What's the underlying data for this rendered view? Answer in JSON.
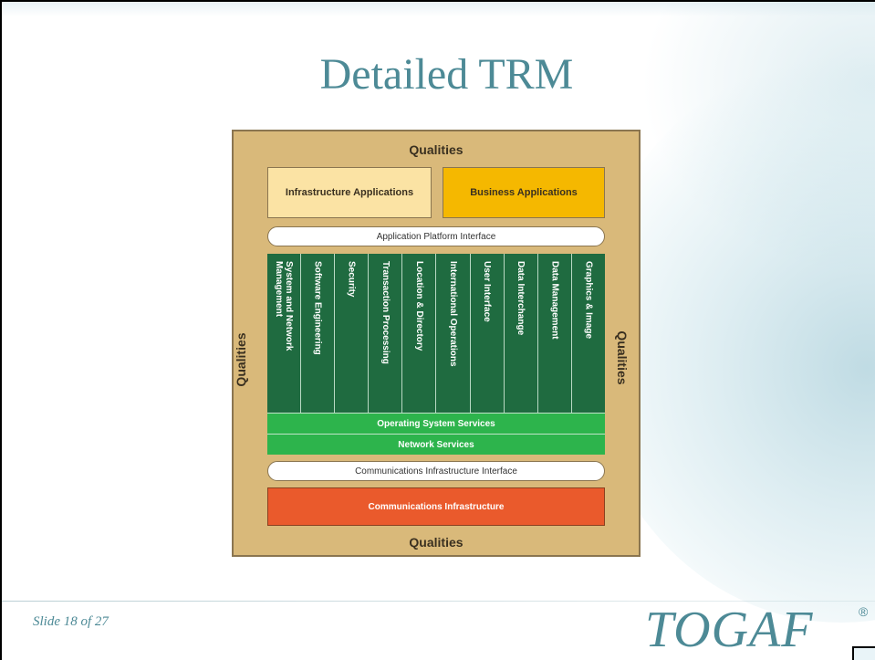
{
  "slide": {
    "title": "Detailed TRM",
    "slide_number_text": "Slide 18  of 27",
    "logo_text": "TOGAF",
    "logo_mark": "®"
  },
  "diagram": {
    "qualities_top": "Qualities",
    "qualities_bottom": "Qualities",
    "qualities_left": "Qualities",
    "qualities_right": "Qualities",
    "infrastructure_applications": "Infrastructure Applications",
    "business_applications": "Business Applications",
    "application_platform_interface": "Application Platform Interface",
    "services": [
      "System and Network\nManagement",
      "Software Engineering",
      "Security",
      "Transaction Processing",
      "Location & Directory",
      "International Operations",
      "User Interface",
      "Data Interchange",
      "Data Management",
      "Graphics & Image"
    ],
    "operating_system_services": "Operating System Services",
    "network_services": "Network Services",
    "communications_infrastructure_interface": "Communications Infrastructure Interface",
    "communications_infrastructure": "Communications Infrastructure",
    "colors": {
      "frame": "#d9b97a",
      "infrastructure_applications": "#fbe3a4",
      "business_applications": "#f5b800",
      "services": "#1f6b40",
      "platform_services": "#2db44c",
      "communications_infrastructure": "#ea5a2c",
      "title_accent": "#4d8a96"
    }
  }
}
